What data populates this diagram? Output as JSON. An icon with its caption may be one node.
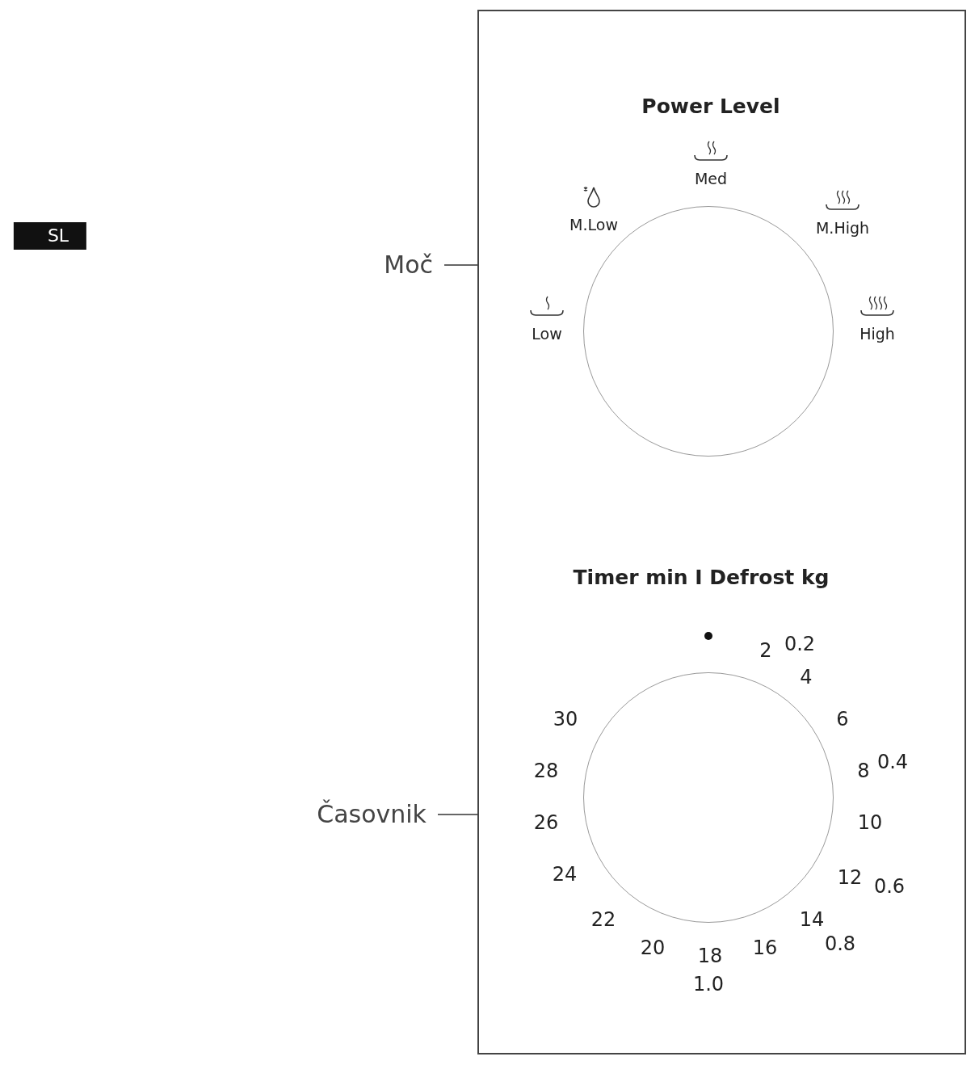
{
  "diagram": {
    "nodes": [
      {
        "text": [],
        "shape": "box"
      },
      {
        "text": [
          "Moč"
        ]
      },
      {
        "text": [
          "Časovnik"
        ]
      },
      {
        "text": [],
        "shape": "circle",
        "in": 0
      },
      {
        "text": [],
        "shape": "circle",
        "in": 0
      }
    ],
    "edges": [
      {
        "from": 1,
        "to": 0,
        "arrow": "none"
      },
      {
        "from": 2,
        "to": 0,
        "arrow": "none"
      }
    ],
    "labels": [
      "SL",
      "Power Level",
      "Med",
      "M.Low",
      "M.High",
      "Low",
      "High",
      "Timer min I Defrost kg",
      "0.2",
      "2",
      "4",
      "30",
      "6",
      "0.4",
      "28",
      "8",
      "26",
      "10",
      "24",
      "12",
      "0.6",
      "22",
      "14",
      "20",
      "18",
      "16",
      "0.8",
      "1.0"
    ]
  }
}
